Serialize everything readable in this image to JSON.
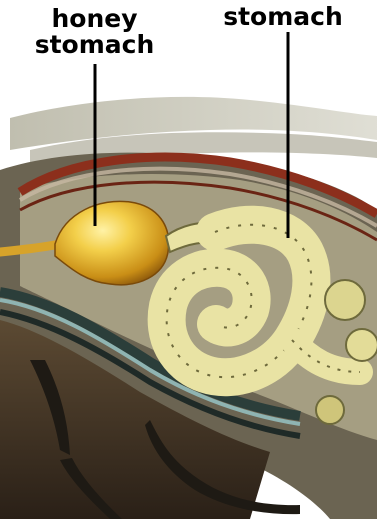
{
  "labels": {
    "honey_stomach": {
      "line1": "honey",
      "line2": "stomach"
    },
    "stomach": "stomach"
  },
  "colors": {
    "background": "#ffffff",
    "label_text": "#000000",
    "leader_line": "#000000",
    "honey_stomach": "#e4b52c",
    "stomach_coils": "#e9e3a4",
    "body_wall": "#3e2f20",
    "dorsal_vessel": "#8c2f1c",
    "wing": "#c9c7b8"
  },
  "icons": [
    "honey-stomach-shape",
    "stomach-coil-shape",
    "insect-body-section"
  ]
}
